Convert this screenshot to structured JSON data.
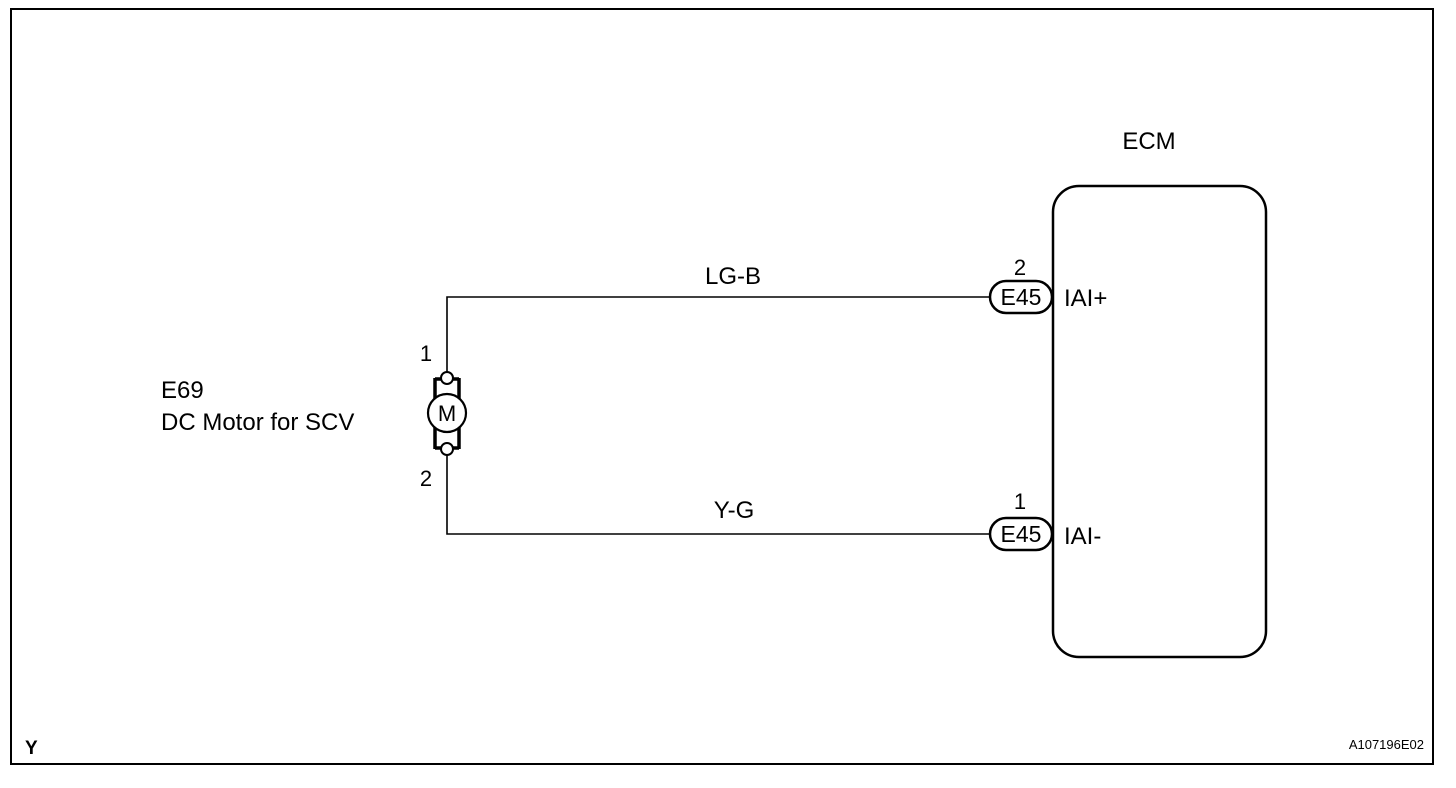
{
  "ecm": {
    "title": "ECM",
    "terminals": [
      {
        "pin": "2",
        "connector": "E45",
        "signal": "IAI+",
        "wire_color": "LG-B"
      },
      {
        "pin": "1",
        "connector": "E45",
        "signal": "IAI-",
        "wire_color": "Y-G"
      }
    ]
  },
  "motor": {
    "connector": "E69",
    "name": "DC Motor for SCV",
    "symbol": "M",
    "pin_top": "1",
    "pin_bottom": "2"
  },
  "footer": {
    "corner_code": "Y",
    "figure_id": "A107196E02"
  },
  "colors": {
    "line": "#000000",
    "background": "#ffffff"
  }
}
